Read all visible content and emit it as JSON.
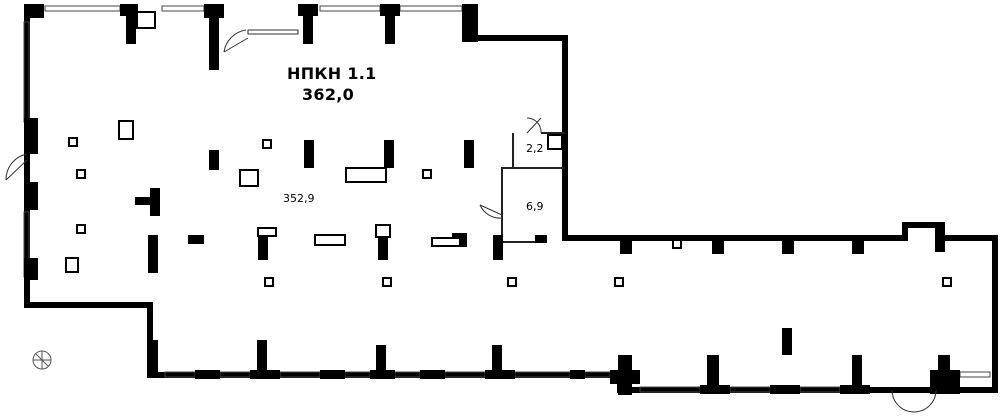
{
  "unit": {
    "name": "НПКН 1.1",
    "total_area": "362,0"
  },
  "rooms": [
    {
      "id": "main-hall",
      "area": "352,9"
    },
    {
      "id": "restroom-small",
      "area": "2,2"
    },
    {
      "id": "restroom-large",
      "area": "6,9"
    }
  ],
  "colors": {
    "wall": "#000000",
    "thin_wall": "#222222",
    "window": "#444444",
    "background": "#ffffff"
  }
}
